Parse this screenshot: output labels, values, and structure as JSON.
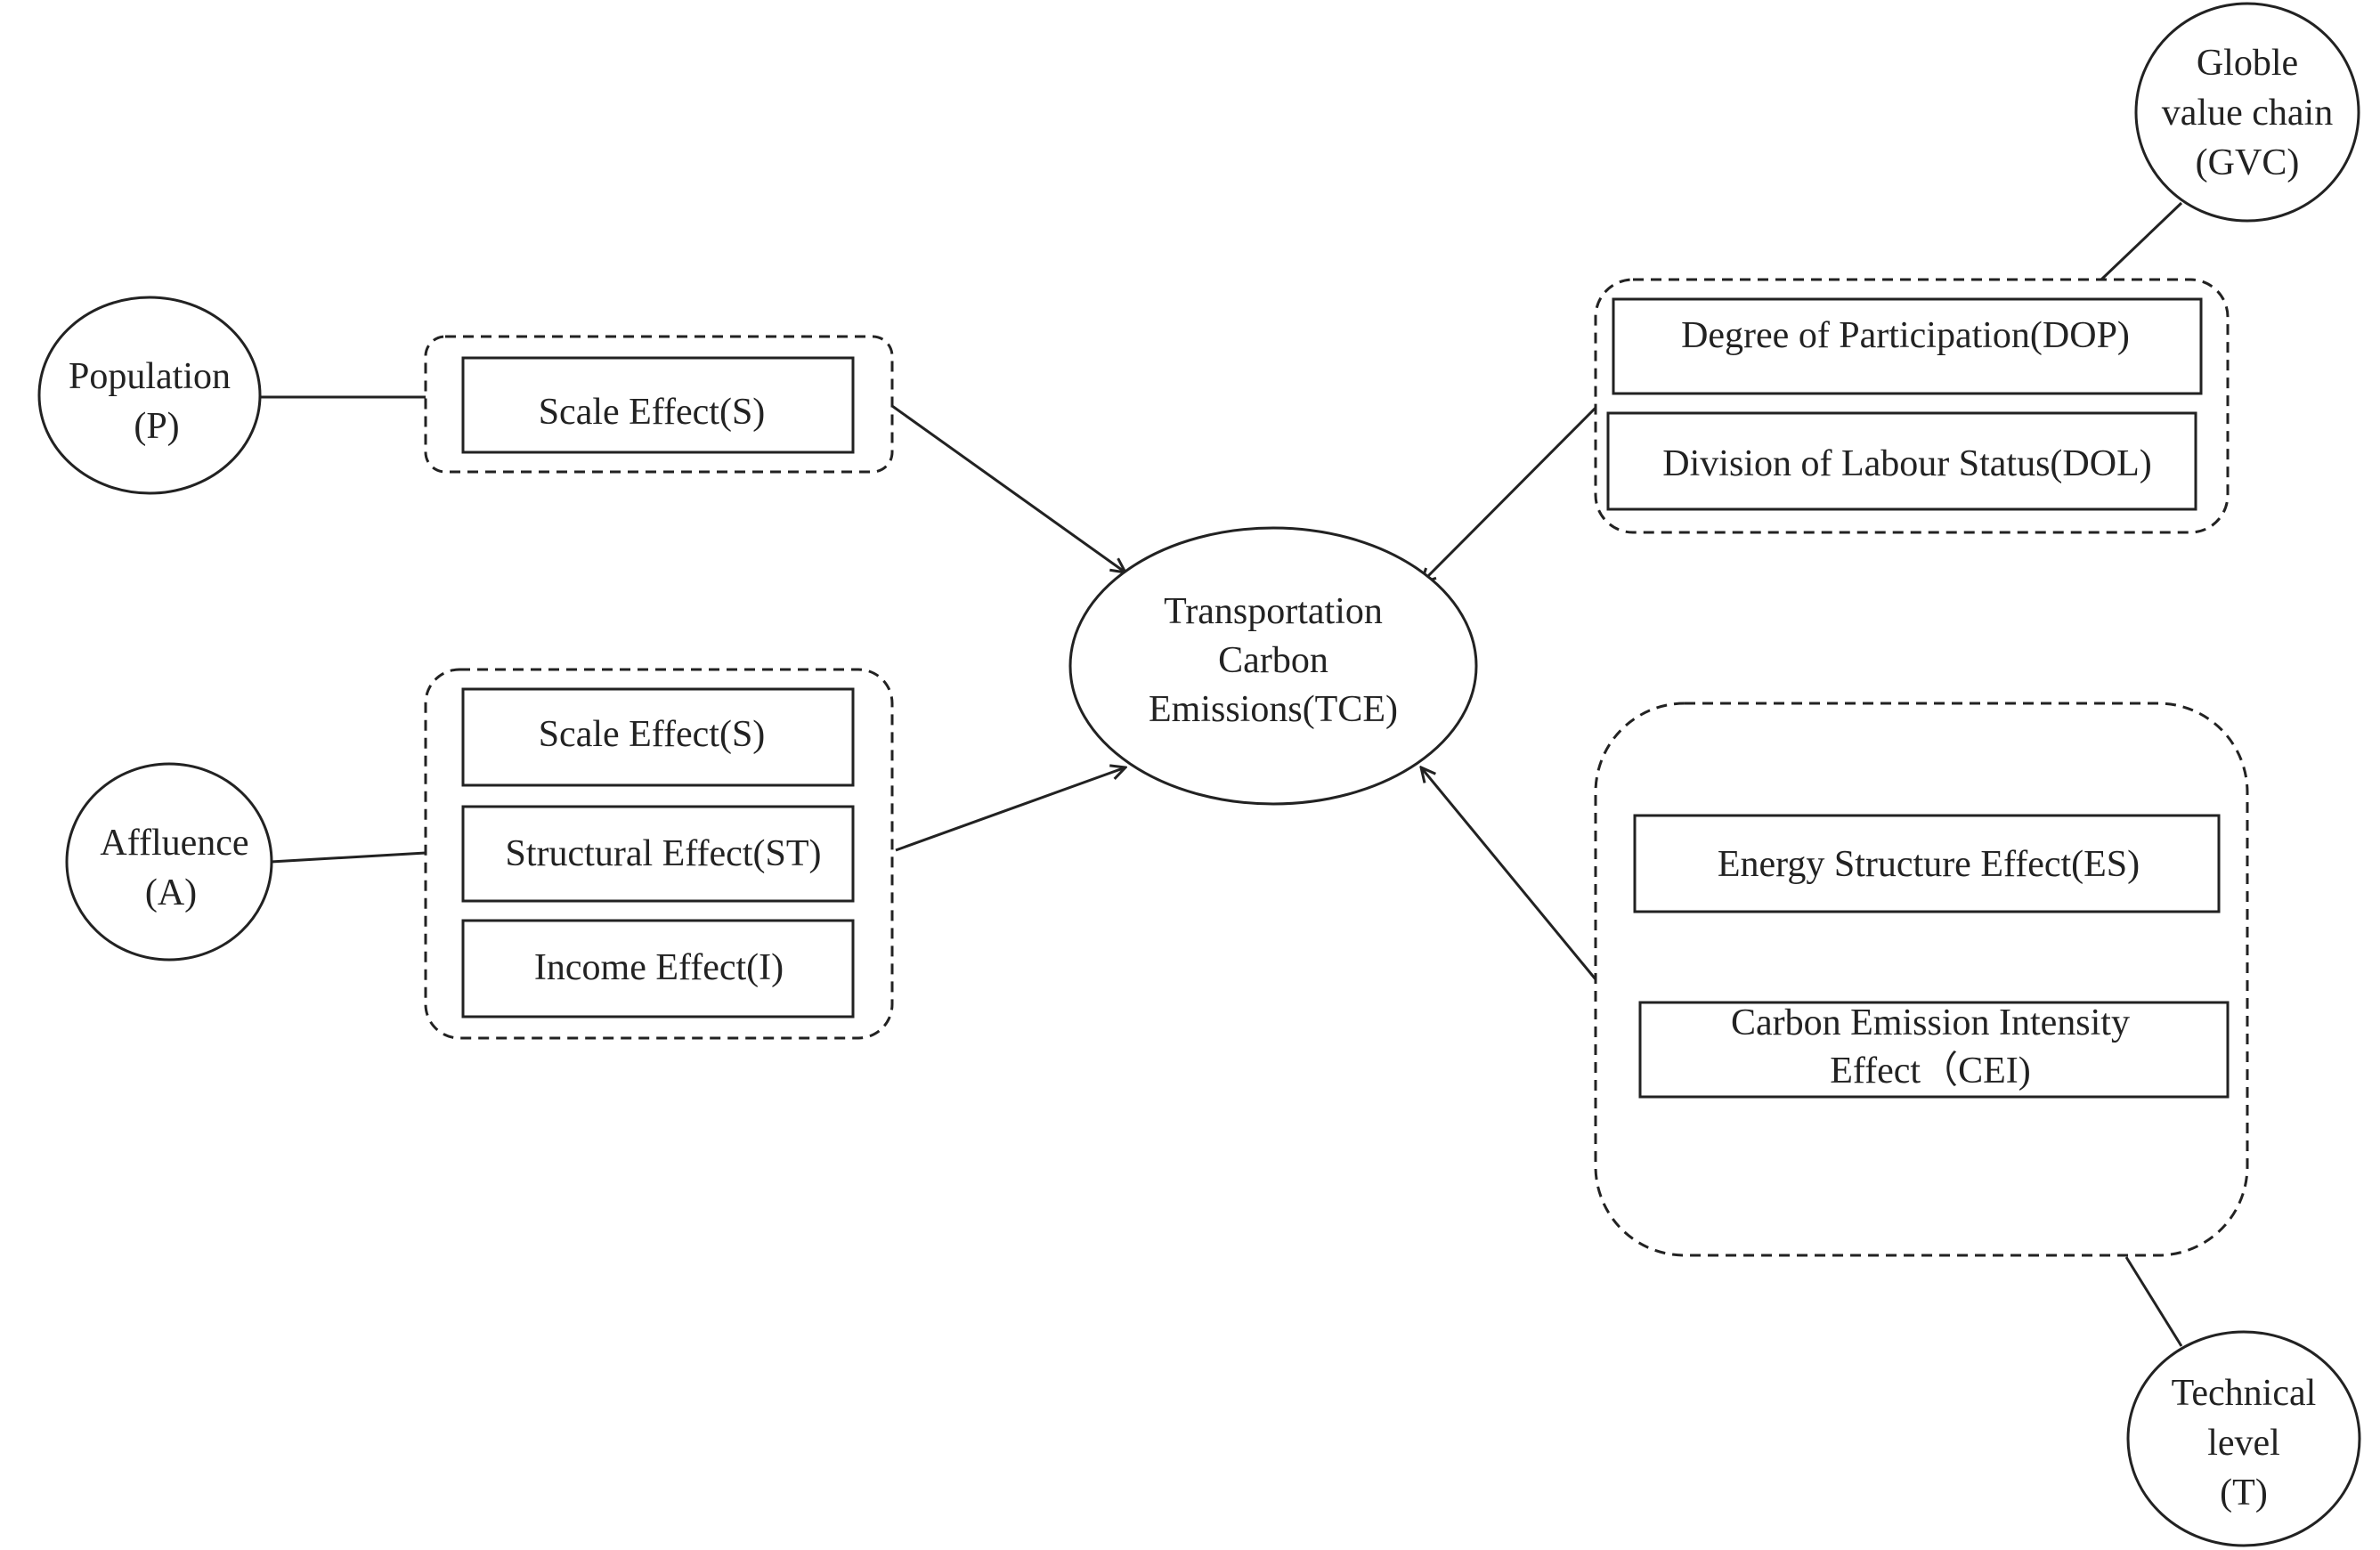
{
  "center": {
    "lines": [
      "Transportation",
      "Carbon",
      "Emissions(TCE)"
    ]
  },
  "factors": {
    "population": {
      "lines": [
        "Population",
        "(P)"
      ]
    },
    "affluence": {
      "lines": [
        "Affluence",
        "(A)"
      ]
    },
    "gvc": {
      "lines": [
        "Globle",
        "value chain",
        "(GVC)"
      ]
    },
    "technical": {
      "lines": [
        "Technical",
        "level",
        "(T)"
      ]
    }
  },
  "effects": {
    "population": [
      "Scale Effect(S)"
    ],
    "affluence": [
      "Scale Effect(S)",
      "Structural Effect(ST)",
      "Income Effect(I)"
    ],
    "gvc": [
      "Degree of Participation(DOP)",
      "Division of Labour Status(DOL)"
    ],
    "technical": {
      "es": "Energy Structure Effect(ES)",
      "cei": [
        "Carbon Emission Intensity",
        "Effect（CEI)"
      ]
    }
  },
  "colors": {
    "stroke": "#222222",
    "background": "#ffffff"
  }
}
